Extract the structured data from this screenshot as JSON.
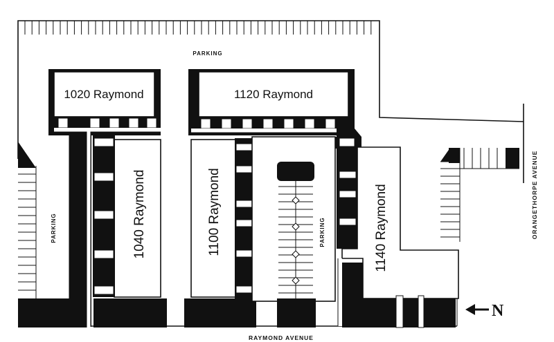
{
  "buildings": {
    "b1020": "1020 Raymond",
    "b1120": "1120 Raymond",
    "b1040": "1040 Raymond",
    "b1100": "1100 Raymond",
    "b1140": "1140 Raymond"
  },
  "parking": {
    "top": "PARKING",
    "left": "PARKING",
    "center": "PARKING"
  },
  "streets": {
    "south": "RAYMOND AVENUE",
    "east": "ORANGETHORPE AVENUE"
  },
  "compass": {
    "north": "N"
  },
  "colors": {
    "ink": "#111111",
    "paper": "#ffffff"
  }
}
